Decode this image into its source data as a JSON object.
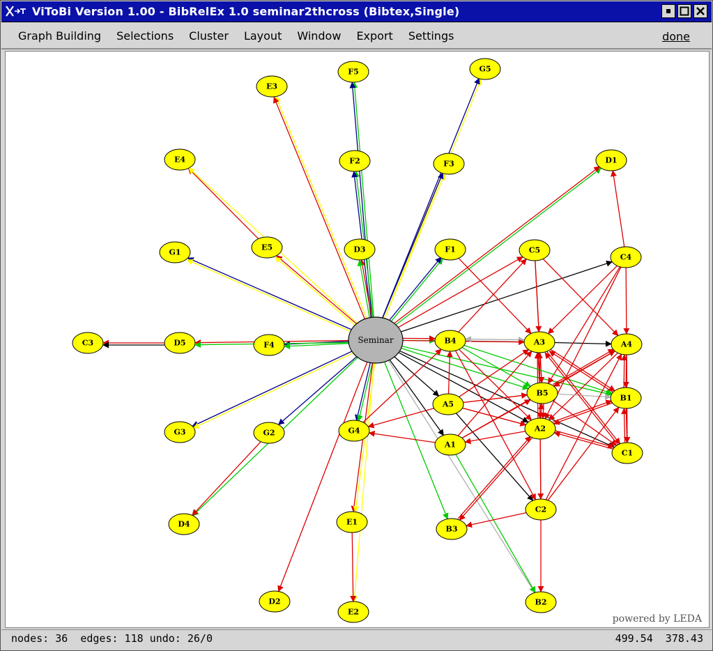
{
  "window": {
    "title": "ViToBi  Version 1.00 - BibRelEx 1.0 seminar2thcross (Bibtex,Single)",
    "title_bar_color": "#0a11a9",
    "buttons": [
      "minimize-icon",
      "maximize-icon",
      "close-icon"
    ]
  },
  "menu": {
    "items": [
      "Graph Building",
      "Selections",
      "Cluster",
      "Layout",
      "Window",
      "Export",
      "Settings"
    ],
    "done": "done"
  },
  "graph": {
    "center": {
      "id": "Seminar",
      "label": "Seminar",
      "fill": "#b4b4b4"
    },
    "node_fill": "#ffff00",
    "nodes": [
      {
        "id": "E3",
        "label": "E3"
      },
      {
        "id": "F5",
        "label": "F5"
      },
      {
        "id": "G5",
        "label": "G5"
      },
      {
        "id": "E4",
        "label": "E4"
      },
      {
        "id": "F2",
        "label": "F2"
      },
      {
        "id": "F3",
        "label": "F3"
      },
      {
        "id": "D1",
        "label": "D1"
      },
      {
        "id": "G1",
        "label": "G1"
      },
      {
        "id": "E5",
        "label": "E5"
      },
      {
        "id": "D3",
        "label": "D3"
      },
      {
        "id": "F1",
        "label": "F1"
      },
      {
        "id": "C5",
        "label": "C5"
      },
      {
        "id": "C4",
        "label": "C4"
      },
      {
        "id": "C3",
        "label": "C3"
      },
      {
        "id": "D5",
        "label": "D5"
      },
      {
        "id": "F4",
        "label": "F4"
      },
      {
        "id": "B4",
        "label": "B4"
      },
      {
        "id": "A3",
        "label": "A3"
      },
      {
        "id": "A4",
        "label": "A4"
      },
      {
        "id": "B5",
        "label": "B5"
      },
      {
        "id": "B1",
        "label": "B1"
      },
      {
        "id": "A5",
        "label": "A5"
      },
      {
        "id": "G3",
        "label": "G3"
      },
      {
        "id": "G2",
        "label": "G2"
      },
      {
        "id": "G4",
        "label": "G4"
      },
      {
        "id": "A2",
        "label": "A2"
      },
      {
        "id": "A1",
        "label": "A1"
      },
      {
        "id": "C1",
        "label": "C1"
      },
      {
        "id": "D4",
        "label": "D4"
      },
      {
        "id": "E1",
        "label": "E1"
      },
      {
        "id": "B3",
        "label": "B3"
      },
      {
        "id": "C2",
        "label": "C2"
      },
      {
        "id": "D2",
        "label": "D2"
      },
      {
        "id": "E2",
        "label": "E2"
      },
      {
        "id": "B2",
        "label": "B2"
      }
    ],
    "edges": [
      {
        "from": "Seminar",
        "to": "E3",
        "color": "#ffff00"
      },
      {
        "from": "Seminar",
        "to": "E3",
        "color": "#dd0000"
      },
      {
        "from": "Seminar",
        "to": "F5",
        "color": "#00cc00"
      },
      {
        "from": "Seminar",
        "to": "F5",
        "color": "#00008b"
      },
      {
        "from": "Seminar",
        "to": "G5",
        "color": "#ffff00"
      },
      {
        "from": "Seminar",
        "to": "G5",
        "color": "#00008b"
      },
      {
        "from": "Seminar",
        "to": "F2",
        "color": "#00cc00"
      },
      {
        "from": "Seminar",
        "to": "F2",
        "color": "#00008b"
      },
      {
        "from": "Seminar",
        "to": "F3",
        "color": "#ffff00"
      },
      {
        "from": "Seminar",
        "to": "F3",
        "color": "#00008b"
      },
      {
        "from": "Seminar",
        "to": "D1",
        "color": "#00cc00"
      },
      {
        "from": "E5",
        "to": "E4",
        "color": "#dd0000"
      },
      {
        "from": "Seminar",
        "to": "E4",
        "color": "#ffff00"
      },
      {
        "from": "Seminar",
        "to": "G1",
        "color": "#00008b"
      },
      {
        "from": "Seminar",
        "to": "G1",
        "color": "#ffff00"
      },
      {
        "from": "Seminar",
        "to": "E5",
        "color": "#dd0000"
      },
      {
        "from": "Seminar",
        "to": "E5",
        "color": "#ffff00"
      },
      {
        "from": "Seminar",
        "to": "D3",
        "color": "#dd0000"
      },
      {
        "from": "Seminar",
        "to": "D3",
        "color": "#00cc00"
      },
      {
        "from": "Seminar",
        "to": "F1",
        "color": "#00cc00"
      },
      {
        "from": "Seminar",
        "to": "F1",
        "color": "#00008b"
      },
      {
        "from": "Seminar",
        "to": "C5",
        "color": "#dd0000"
      },
      {
        "from": "Seminar",
        "to": "C4",
        "color": "#000000"
      },
      {
        "from": "Seminar",
        "to": "D1",
        "color": "#dd0000"
      },
      {
        "from": "Seminar",
        "to": "F4",
        "color": "#00008b"
      },
      {
        "from": "Seminar",
        "to": "F4",
        "color": "#00cc00"
      },
      {
        "from": "Seminar",
        "to": "D5",
        "color": "#dd0000"
      },
      {
        "from": "Seminar",
        "to": "D5",
        "color": "#00cc00"
      },
      {
        "from": "D5",
        "to": "C3",
        "color": "#dd0000"
      },
      {
        "from": "D5",
        "to": "C3",
        "color": "#000000"
      },
      {
        "from": "Seminar",
        "to": "B4",
        "color": "#00cc00"
      },
      {
        "from": "B4",
        "to": "A3",
        "color": "#000000"
      },
      {
        "from": "B4",
        "to": "A3",
        "color": "#b0b0b0"
      },
      {
        "from": "A3",
        "to": "A4",
        "color": "#000000"
      },
      {
        "from": "Seminar",
        "to": "A3",
        "color": "#dd0000"
      },
      {
        "from": "Seminar",
        "to": "G3",
        "color": "#00008b"
      },
      {
        "from": "Seminar",
        "to": "G3",
        "color": "#ffff00"
      },
      {
        "from": "Seminar",
        "to": "G2",
        "color": "#00008b"
      },
      {
        "from": "Seminar",
        "to": "D4",
        "color": "#00cc00"
      },
      {
        "from": "G2",
        "to": "D4",
        "color": "#dd0000"
      },
      {
        "from": "Seminar",
        "to": "G4",
        "color": "#00008b"
      },
      {
        "from": "Seminar",
        "to": "G4",
        "color": "#00cc00"
      },
      {
        "from": "Seminar",
        "to": "E1",
        "color": "#dd0000"
      },
      {
        "from": "Seminar",
        "to": "E1",
        "color": "#ffff00"
      },
      {
        "from": "Seminar",
        "to": "D2",
        "color": "#dd0000"
      },
      {
        "from": "Seminar",
        "to": "E2",
        "color": "#ffff00"
      },
      {
        "from": "E1",
        "to": "E2",
        "color": "#dd0000"
      },
      {
        "from": "Seminar",
        "to": "A5",
        "color": "#000000"
      },
      {
        "from": "Seminar",
        "to": "A1",
        "color": "#000000"
      },
      {
        "from": "Seminar",
        "to": "B3",
        "color": "#00cc00"
      },
      {
        "from": "Seminar",
        "to": "B2",
        "color": "#b0b0b0"
      },
      {
        "from": "Seminar",
        "to": "A2",
        "color": "#000000"
      },
      {
        "from": "Seminar",
        "to": "B5",
        "color": "#00cc00"
      },
      {
        "from": "Seminar",
        "to": "B1",
        "color": "#00cc00"
      },
      {
        "from": "Seminar",
        "to": "C1",
        "color": "#000000"
      },
      {
        "from": "A5",
        "to": "C2",
        "color": "#000000"
      },
      {
        "from": "A1",
        "to": "B2",
        "color": "#00cc00"
      },
      {
        "from": "A5",
        "to": "G4",
        "color": "#dd0000"
      },
      {
        "from": "A1",
        "to": "G4",
        "color": "#dd0000"
      },
      {
        "from": "A2",
        "to": "A1",
        "color": "#dd0000"
      },
      {
        "from": "C2",
        "to": "B3",
        "color": "#dd0000"
      },
      {
        "from": "C2",
        "to": "B2",
        "color": "#dd0000"
      },
      {
        "from": "A2",
        "to": "B3",
        "color": "#dd0000"
      },
      {
        "from": "A3",
        "to": "B5",
        "color": "#dd0000"
      },
      {
        "from": "B5",
        "to": "A3",
        "color": "#dd0000"
      },
      {
        "from": "A3",
        "to": "A2",
        "color": "#dd0000"
      },
      {
        "from": "A2",
        "to": "A3",
        "color": "#dd0000"
      },
      {
        "from": "A4",
        "to": "B1",
        "color": "#dd0000"
      },
      {
        "from": "B1",
        "to": "A4",
        "color": "#dd0000"
      },
      {
        "from": "B1",
        "to": "C1",
        "color": "#dd0000"
      },
      {
        "from": "C1",
        "to": "B1",
        "color": "#dd0000"
      },
      {
        "from": "C4",
        "to": "D1",
        "color": "#dd0000"
      },
      {
        "from": "C4",
        "to": "A4",
        "color": "#dd0000"
      },
      {
        "from": "C4",
        "to": "A3",
        "color": "#dd0000"
      },
      {
        "from": "C4",
        "to": "A2",
        "color": "#dd0000"
      },
      {
        "from": "C4",
        "to": "B5",
        "color": "#dd0000"
      },
      {
        "from": "C5",
        "to": "A3",
        "color": "#dd0000"
      },
      {
        "from": "C5",
        "to": "A4",
        "color": "#dd0000"
      },
      {
        "from": "C5",
        "to": "B5",
        "color": "#dd0000"
      },
      {
        "from": "B4",
        "to": "C5",
        "color": "#dd0000"
      },
      {
        "from": "B4",
        "to": "A2",
        "color": "#dd0000"
      },
      {
        "from": "B4",
        "to": "B5",
        "color": "#00cc00"
      },
      {
        "from": "B4",
        "to": "B1",
        "color": "#00cc00"
      },
      {
        "from": "A4",
        "to": "A2",
        "color": "#dd0000"
      },
      {
        "from": "A4",
        "to": "B5",
        "color": "#dd0000"
      },
      {
        "from": "A4",
        "to": "C1",
        "color": "#dd0000"
      },
      {
        "from": "A3",
        "to": "C1",
        "color": "#dd0000"
      },
      {
        "from": "A3",
        "to": "B1",
        "color": "#dd0000"
      },
      {
        "from": "B1",
        "to": "A3",
        "color": "#dd0000"
      },
      {
        "from": "B1",
        "to": "A2",
        "color": "#dd0000"
      },
      {
        "from": "A2",
        "to": "B1",
        "color": "#dd0000"
      },
      {
        "from": "B5",
        "to": "B1",
        "color": "#b0b0b0"
      },
      {
        "from": "B5",
        "to": "C1",
        "color": "#dd0000"
      },
      {
        "from": "C1",
        "to": "A2",
        "color": "#dd0000"
      },
      {
        "from": "A2",
        "to": "C1",
        "color": "#dd0000"
      },
      {
        "from": "A2",
        "to": "B5",
        "color": "#dd0000"
      },
      {
        "from": "A5",
        "to": "A3",
        "color": "#dd0000"
      },
      {
        "from": "A5",
        "to": "B5",
        "color": "#dd0000"
      },
      {
        "from": "A5",
        "to": "A2",
        "color": "#dd0000"
      },
      {
        "from": "A1",
        "to": "A3",
        "color": "#dd0000"
      },
      {
        "from": "A1",
        "to": "B5",
        "color": "#dd0000"
      },
      {
        "from": "A1",
        "to": "A4",
        "color": "#dd0000"
      },
      {
        "from": "C2",
        "to": "A3",
        "color": "#dd0000"
      },
      {
        "from": "C2",
        "to": "B1",
        "color": "#dd0000"
      },
      {
        "from": "C2",
        "to": "A4",
        "color": "#dd0000"
      },
      {
        "from": "A2",
        "to": "C2",
        "color": "#dd0000"
      },
      {
        "from": "B4",
        "to": "C2",
        "color": "#dd0000"
      },
      {
        "from": "G4",
        "to": "B4",
        "color": "#dd0000"
      },
      {
        "from": "A5",
        "to": "B4",
        "color": "#dd0000"
      },
      {
        "from": "B3",
        "to": "A2",
        "color": "#dd0000"
      },
      {
        "from": "A3",
        "to": "B4",
        "color": "#b0b0b0"
      },
      {
        "from": "B5",
        "to": "A4",
        "color": "#dd0000"
      },
      {
        "from": "C1",
        "to": "A3",
        "color": "#dd0000"
      },
      {
        "from": "Seminar",
        "to": "B4",
        "color": "#dd0000"
      },
      {
        "from": "F1",
        "to": "A3",
        "color": "#dd0000"
      },
      {
        "from": "B5",
        "to": "A2",
        "color": "#dd0000"
      }
    ]
  },
  "watermark": "powered by LEDA",
  "status": {
    "left": "nodes: 36  edges: 118 undo: 26/0",
    "right": "499.54  378.43"
  }
}
